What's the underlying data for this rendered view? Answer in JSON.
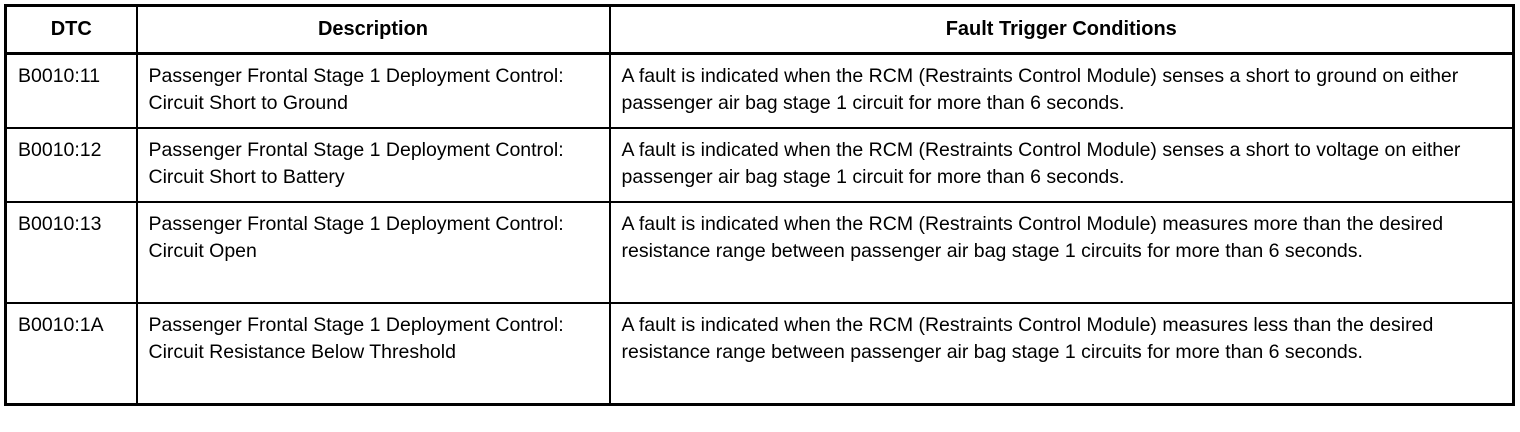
{
  "table": {
    "columns": [
      {
        "key": "dtc",
        "header": "DTC"
      },
      {
        "key": "desc",
        "header": "Description"
      },
      {
        "key": "fault",
        "header": "Fault Trigger Conditions"
      }
    ],
    "rows": [
      {
        "dtc": "B0010:11",
        "desc": "Passenger Frontal Stage 1 Deployment Control: Circuit Short to Ground",
        "fault": "A fault is indicated when the RCM (Restraints Control Module) senses a short to ground on either passenger air bag stage 1 circuit for more than 6 seconds."
      },
      {
        "dtc": "B0010:12",
        "desc": "Passenger Frontal Stage 1 Deployment Control: Circuit Short to Battery",
        "fault": "A fault is indicated when the RCM (Restraints Control Module) senses a short to voltage on either passenger air bag stage 1 circuit for more than 6 seconds."
      },
      {
        "dtc": "B0010:13",
        "desc": "Passenger Frontal Stage 1 Deployment Control: Circuit Open",
        "fault": "A fault is indicated when the RCM (Restraints Control Module) measures more than the desired resistance range between passenger air bag stage 1 circuits for more than 6 seconds."
      },
      {
        "dtc": "B0010:1A",
        "desc": "Passenger Frontal Stage 1 Deployment Control: Circuit Resistance Below Threshold",
        "fault": "A fault is indicated when the RCM (Restraints Control Module) measures less than the desired resistance range between passenger air bag stage 1 circuits for more than 6 seconds."
      }
    ]
  },
  "style": {
    "border_color": "#000000",
    "text_color": "#000000",
    "background": "#ffffff"
  }
}
